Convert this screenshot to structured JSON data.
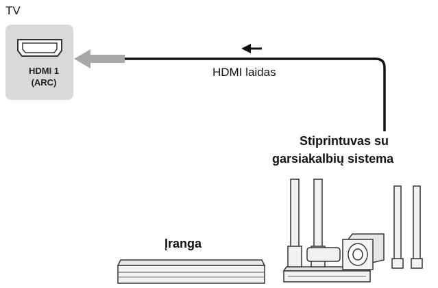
{
  "tv": {
    "title": "TV",
    "port_line1": "HDMI 1",
    "port_line2": "(ARC)"
  },
  "cable": {
    "label": "HDMI laidas"
  },
  "amplifier": {
    "line1": "Stiprintuvas su",
    "line2": "garsiakalbių sistema"
  },
  "device": {
    "label": "Įranga"
  },
  "colors": {
    "panel": "#d9d9d9",
    "connector": "#a8a8a8",
    "cable": "#111111"
  }
}
